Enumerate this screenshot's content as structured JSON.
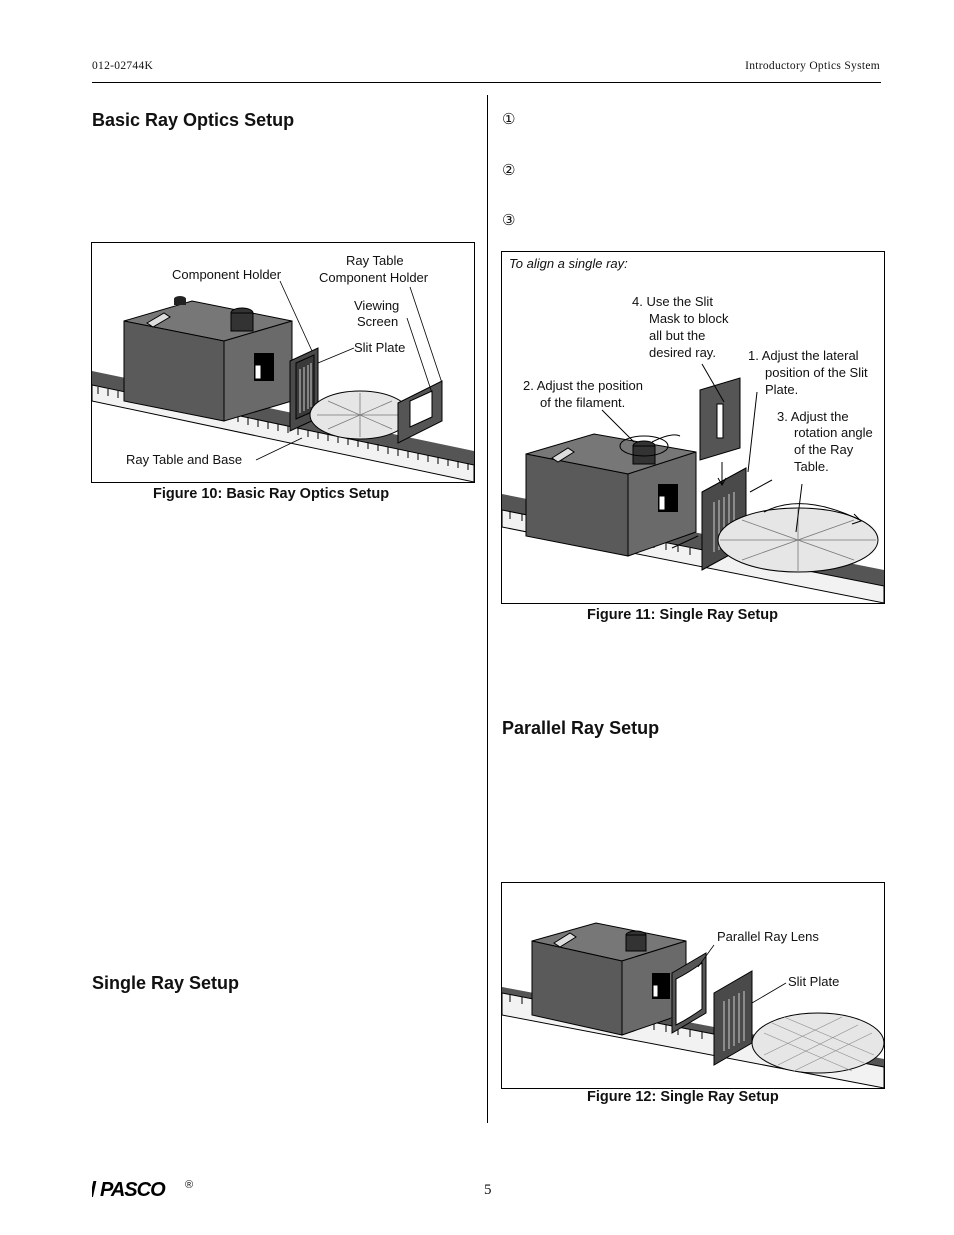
{
  "header": {
    "doc_number": "012-02744K",
    "doc_title": "Introductory Optics System"
  },
  "left": {
    "section1_title": "Basic Ray Optics Setup",
    "section2_title": "Single Ray Setup",
    "figure10": {
      "caption": "Figure 10:  Basic Ray Optics Setup",
      "labels": {
        "component_holder": "Component Holder",
        "ray_table_holder_1": "Ray Table",
        "ray_table_holder_2": "Component Holder",
        "viewing_screen_1": "Viewing",
        "viewing_screen_2": "Screen",
        "slit_plate": "Slit Plate",
        "ray_table_base": "Ray Table and Base"
      }
    }
  },
  "right": {
    "step_markers": [
      "①",
      "②",
      "③"
    ],
    "figure11": {
      "intro": "To align a single ray:",
      "step4": [
        "4. Use the Slit",
        "Mask to block",
        "all but the",
        "desired ray."
      ],
      "step2": [
        "2. Adjust the position",
        "of the filament."
      ],
      "step1": [
        "1. Adjust the lateral",
        "position of the Slit",
        "Plate."
      ],
      "step3": [
        "3. Adjust the",
        "rotation angle",
        "of the Ray",
        "Table."
      ],
      "caption": "Figure 11:  Single Ray Setup"
    },
    "section3_title": "Parallel Ray Setup",
    "figure12": {
      "parallel_ray_lens": "Parallel Ray Lens",
      "slit_plate": "Slit Plate",
      "caption": "Figure 12:  Single Ray Setup"
    }
  },
  "footer": {
    "logo_text": "PASCO",
    "registered": "®",
    "page_number": "5"
  }
}
